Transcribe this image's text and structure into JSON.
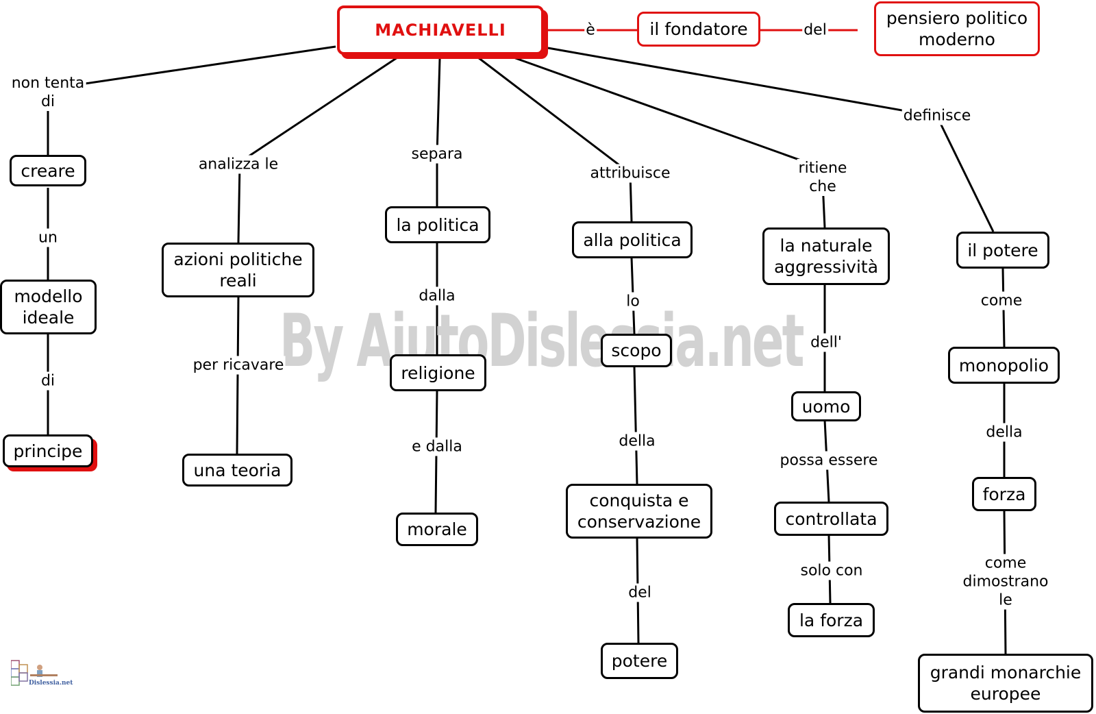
{
  "nodes": {
    "machiavelli": "MACHIAVELLI",
    "fondatore": "il fondatore",
    "pensiero": "pensiero politico\nmoderno",
    "creare": "creare",
    "modello": "modello\nideale",
    "principe": "principe",
    "azioni": "azioni politiche\nreali",
    "teoria": "una teoria",
    "lapolitica": "la politica",
    "religione": "religione",
    "morale": "morale",
    "allapolitica": "alla politica",
    "scopo": "scopo",
    "conquista": "conquista e\nconservazione",
    "potere_b": "potere",
    "aggressivita": "la naturale\naggressività",
    "uomo": "uomo",
    "controllata": "controllata",
    "laforza": "la forza",
    "ilpotere": "il potere",
    "monopolio": "monopolio",
    "forza": "forza",
    "monarchie": "grandi monarchie\neuropee"
  },
  "links": {
    "e": "è",
    "del_top": "del",
    "non_tenta": "non tenta\ndi",
    "un": "un",
    "di": "di",
    "analizza": "analizza le",
    "per_ricavare": "per ricavare",
    "separa": "separa",
    "dalla": "dalla",
    "e_dalla": "e dalla",
    "attribuisce": "attribuisce",
    "lo": "lo",
    "della_a": "della",
    "del_b": "del",
    "ritiene": "ritiene\nche",
    "dell": "dell'",
    "possa": "possa essere",
    "solo_con": "solo con",
    "definisce": "definisce",
    "come": "come",
    "della_b": "della",
    "come_dimostrano": "come\ndimostrano le"
  },
  "watermark": "By AiutoDislessia.net",
  "logo_text": "Dislessia.net",
  "colors": {
    "accent": "#e01010",
    "line": "#000000",
    "watermark": "#c8c8c8"
  }
}
